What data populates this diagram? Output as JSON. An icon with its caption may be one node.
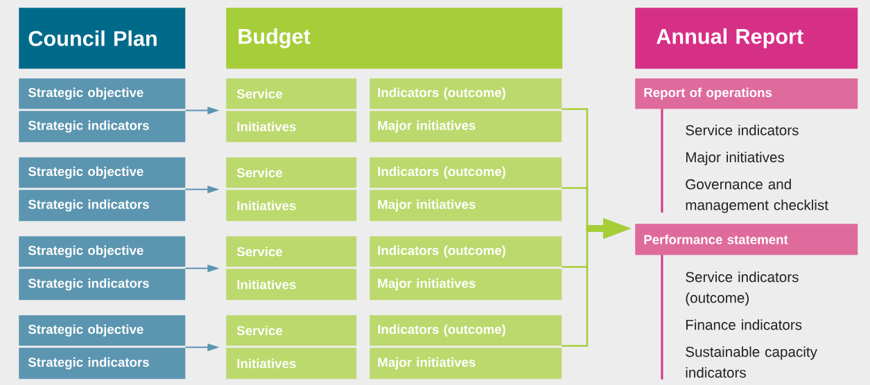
{
  "diagram": {
    "nodes": [
      {
        "text": [
          "Council Plan"
        ]
      },
      {
        "text": [
          "Budget"
        ]
      },
      {
        "text": [
          "Annual Report"
        ]
      },
      {
        "text": [
          "Strategic objective"
        ]
      },
      {
        "text": [
          "Strategic indicators"
        ]
      },
      {
        "text": [
          "Service"
        ]
      },
      {
        "text": [
          "Initiatives"
        ]
      },
      {
        "text": [
          "Indicators (outcome)"
        ]
      },
      {
        "text": [
          "Major initiatives"
        ]
      },
      {
        "text": [
          "Strategic objective"
        ]
      },
      {
        "text": [
          "Strategic indicators"
        ]
      },
      {
        "text": [
          "Service"
        ]
      },
      {
        "text": [
          "Initiatives"
        ]
      },
      {
        "text": [
          "Indicators (outcome)"
        ]
      },
      {
        "text": [
          "Major initiatives"
        ]
      },
      {
        "text": [
          "Strategic objective"
        ]
      },
      {
        "text": [
          "Strategic indicators"
        ]
      },
      {
        "text": [
          "Service"
        ]
      },
      {
        "text": [
          "Initiatives"
        ]
      },
      {
        "text": [
          "Indicators (outcome)"
        ]
      },
      {
        "text": [
          "Major initiatives"
        ]
      },
      {
        "text": [
          "Strategic objective"
        ]
      },
      {
        "text": [
          "Strategic indicators"
        ]
      },
      {
        "text": [
          "Service"
        ]
      },
      {
        "text": [
          "Initiatives"
        ]
      },
      {
        "text": [
          "Indicators (outcome)"
        ]
      },
      {
        "text": [
          "Major initiatives"
        ]
      },
      {
        "text": [
          "Report of operations"
        ],
        "beside": [
          "Service indicators",
          "Major initiatives",
          "Governance and management checklist"
        ]
      },
      {
        "text": [
          "Performance statement"
        ],
        "beside": [
          "Service indicators (outcome)",
          "Finance indicators",
          "Sustainable capacity indicators"
        ]
      }
    ],
    "edges": [
      {
        "from": 3,
        "to": 5,
        "arrow": "to",
        "color": "#5b95b0"
      },
      {
        "from": 9,
        "to": 11,
        "arrow": "to",
        "color": "#5b95b0"
      },
      {
        "from": 15,
        "to": 17,
        "arrow": "to",
        "color": "#5b95b0"
      },
      {
        "from": 21,
        "to": 23,
        "arrow": "to",
        "color": "#5b95b0"
      },
      {
        "from": 7,
        "to": 28,
        "arrow": "to",
        "color": "#a6ce39"
      },
      {
        "from": 13,
        "to": 28,
        "arrow": "to",
        "color": "#a6ce39"
      },
      {
        "from": 19,
        "to": 28,
        "arrow": "to",
        "color": "#a6ce39"
      },
      {
        "from": 25,
        "to": 28,
        "arrow": "to",
        "color": "#a6ce39"
      }
    ]
  }
}
